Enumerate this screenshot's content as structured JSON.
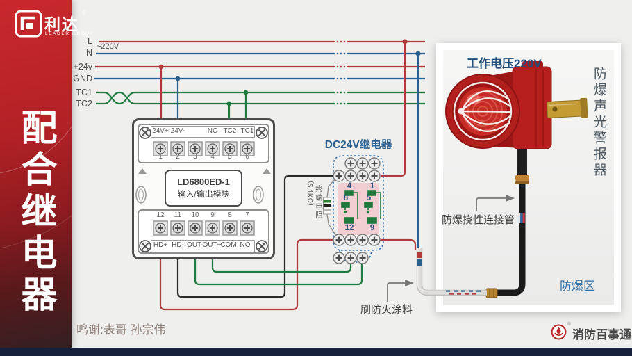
{
  "colors": {
    "wire_red": "#b23a3c",
    "wire_blue": "#2a6090",
    "wire_green": "#1e7a3e",
    "relay_outline": "#2f6fae",
    "relay_pink": "#f2ced2",
    "sidebar_red": "#c9282c",
    "brand_red": "#c0272b",
    "navy_bar": "#18213b",
    "panel_blue": "#1f4e79",
    "zone_blue": "#2e6da4"
  },
  "sidebar": {
    "logo_cn": "利达",
    "logo_reg": "®",
    "logo_en": "LEADER GROUP",
    "title": "配合继电器"
  },
  "bus": {
    "l": "L",
    "n": "N",
    "voltage": "~220V",
    "p24": "+24v",
    "gnd": "GND",
    "tc1": "TC1",
    "tc2": "TC2"
  },
  "module": {
    "model": "LD6800ED-1",
    "name": "输入/输出模块",
    "top_labels": [
      "24V+",
      "24V-",
      "",
      "NC",
      "TC2",
      "TC1"
    ],
    "top_nums": [
      "1",
      "2",
      "3",
      "4",
      "5",
      "6"
    ],
    "bot_nums": [
      "12",
      "11",
      "10",
      "9",
      "8",
      "7"
    ],
    "bot_labels": [
      "HD+",
      "HD-",
      "OUT-",
      "OUT+",
      "COM",
      "NO"
    ]
  },
  "relay": {
    "title": "DC24V继电器",
    "pins_left": [
      "4",
      "8",
      "12"
    ],
    "pins_right": [
      "1",
      "5",
      "9"
    ],
    "res_value": "（5.1KΩ）",
    "res_label": "终端电阻"
  },
  "panel": {
    "voltage": "工作电压220V",
    "device": "防爆声光警报器",
    "zone": "防爆区",
    "conduit": "防爆挠性连接管"
  },
  "annotations": {
    "fireproof": "刷防火涂料",
    "credit": "鸣谢:表哥 孙宗伟"
  },
  "footer": {
    "brand": "消防百事通",
    "reg": "®"
  }
}
